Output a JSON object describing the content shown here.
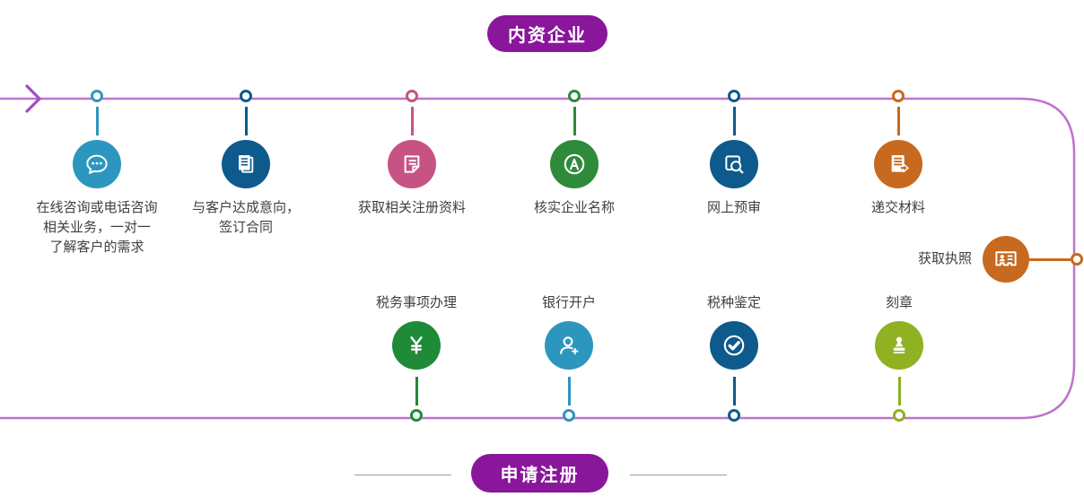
{
  "banners": {
    "top": "内资企业",
    "bottom": "申请注册"
  },
  "colors": {
    "timeline": "#BF72CE",
    "arrow": "#A44BC2",
    "banner_bg": "#8A169B",
    "banner_text": "#FFFFFF",
    "label_text": "#3F3F3F",
    "divider": "#9A9A9A"
  },
  "top_steps": [
    {
      "label": "在线咨询或电话咨询\n相关业务，一对一\n了解客户的需求",
      "icon": "chat-dots-icon",
      "color": "#2D96BF"
    },
    {
      "label": "与客户达成意向，\n签订合同",
      "icon": "stacked-documents-icon",
      "color": "#0E5A8C"
    },
    {
      "label": "获取相关注册资料",
      "icon": "document-fold-icon",
      "color": "#C75384"
    },
    {
      "label": "核实企业名称",
      "icon": "letter-a-circle-icon",
      "color": "#2E8B3B"
    },
    {
      "label": "网上预审",
      "icon": "document-search-icon",
      "color": "#0E5A8C"
    },
    {
      "label": "递交材料",
      "icon": "document-submit-icon",
      "color": "#C7691E"
    }
  ],
  "license_step": {
    "label": "获取执照",
    "icon": "license-card-icon",
    "color": "#C7691E"
  },
  "bottom_steps": [
    {
      "label": "税务事项办理",
      "icon": "yuan-sign-icon",
      "color": "#1F8A38"
    },
    {
      "label": "银行开户",
      "icon": "add-user-icon",
      "color": "#2D96BF"
    },
    {
      "label": "税种鉴定",
      "icon": "check-circle-icon",
      "color": "#0E5A8C"
    },
    {
      "label": "刻章",
      "icon": "stamp-icon",
      "color": "#8FB122"
    }
  ]
}
